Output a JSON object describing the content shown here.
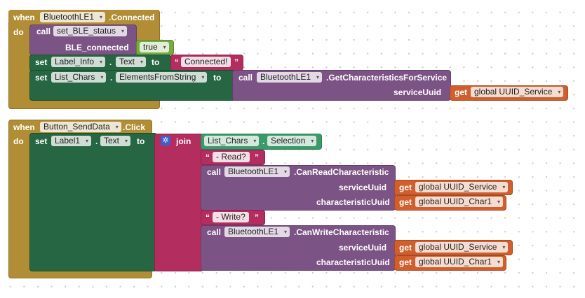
{
  "block1": {
    "when": "when",
    "component": "BluetoothLE1",
    "event": ".Connected",
    "do": "do",
    "call_kw": "call",
    "proc": "set_BLE_status",
    "arg": "BLE_connected",
    "bool": "true",
    "set1": {
      "set": "set",
      "comp": "Label_Info",
      "dot": ".",
      "prop": "Text",
      "to": "to",
      "string": "Connected!"
    },
    "set2": {
      "set": "set",
      "comp": "List_Chars",
      "dot": ".",
      "prop": "ElementsFromString",
      "to": "to"
    },
    "call2": {
      "call": "call",
      "comp": "BluetoothLE1",
      "method": ".GetCharacteristicsForService",
      "arg": "serviceUuid",
      "get": "get",
      "var": "global UUID_Service"
    }
  },
  "block2": {
    "when": "when",
    "component": "Button_SendData",
    "event": ".Click",
    "do": "do",
    "set": {
      "set": "set",
      "comp": "Label1",
      "dot": ".",
      "prop": "Text",
      "to": "to"
    },
    "join": "join",
    "sel": {
      "comp": "List_Chars",
      "dot": ".",
      "prop": "Selection"
    },
    "read_str": "- Read?",
    "read_call": {
      "call": "call",
      "comp": "BluetoothLE1",
      "method": ".CanReadCharacteristic",
      "arg1": "serviceUuid",
      "arg2": "characteristicUuid",
      "get": "get",
      "var1": "global UUID_Service",
      "var2": "global UUID_Char1"
    },
    "write_str": "- Write?",
    "write_call": {
      "call": "call",
      "comp": "BluetoothLE1",
      "method": ".CanWriteCharacteristic",
      "arg1": "serviceUuid",
      "arg2": "characteristicUuid",
      "get": "get",
      "var1": "global UUID_Service",
      "var2": "global UUID_Char1"
    }
  },
  "icons": {
    "dropdown": "dropdown-arrow-icon",
    "join_gear": "gear-icon"
  },
  "colors": {
    "event": "#b18e35",
    "procedure": "#7c5385",
    "setter": "#266643",
    "text": "#b32d5e",
    "variable": "#d05f2d",
    "logic": "#77ab41"
  }
}
